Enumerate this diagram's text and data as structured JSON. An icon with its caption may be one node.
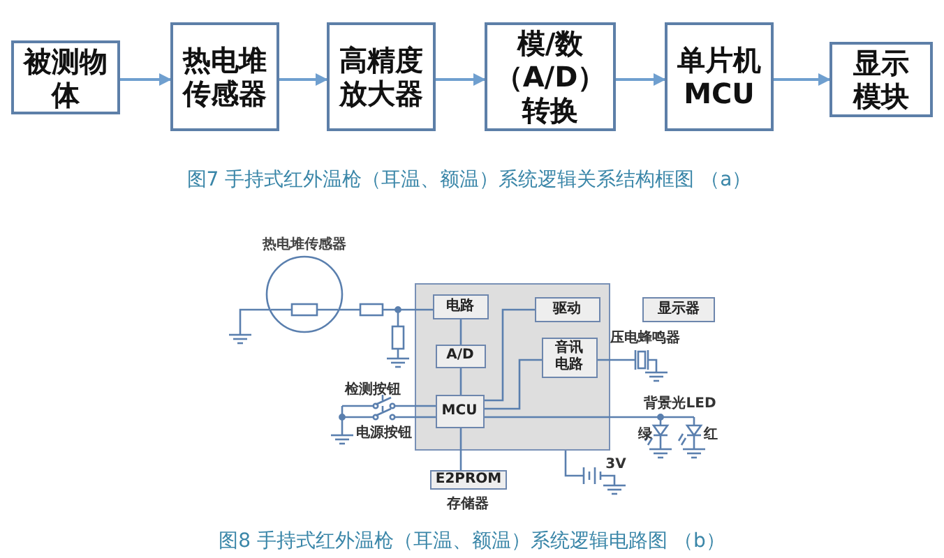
{
  "diagram": {
    "caption": "图8 手持式红外温枪（耳温、额温）系统逻辑电路图 （b）",
    "nodes": [
      {
        "text": [
          "被测物体"
        ]
      },
      {
        "text": [
          "热电堆传感器"
        ]
      },
      {
        "text": [
          "高精度放大器"
        ]
      },
      {
        "text": [
          "模/数（A/D）转换"
        ]
      },
      {
        "text": [
          "单片机MCU"
        ]
      },
      {
        "text": [
          "显示模块"
        ]
      },
      {
        "text": [
          "热电堆传感器"
        ]
      },
      {
        "text": [],
        "shape": "box"
      },
      {
        "text": [
          "电路"
        ],
        "in": 7
      },
      {
        "text": [
          "驱动"
        ],
        "in": 7
      },
      {
        "text": [
          "显示器"
        ]
      },
      {
        "text": [
          "A/D"
        ],
        "in": 7
      },
      {
        "text": [
          "音讯电路"
        ],
        "in": 7
      },
      {
        "text": [
          "MCU"
        ],
        "in": 7
      },
      {
        "text": [
          "E2PROM"
        ],
        "beside": [
          "存储器"
        ]
      }
    ],
    "edges": [
      {
        "from": 0,
        "to": 1,
        "arrow": "to"
      },
      {
        "from": 1,
        "to": 2,
        "arrow": "to"
      },
      {
        "from": 2,
        "to": 3,
        "arrow": "to"
      },
      {
        "from": 3,
        "to": 4,
        "arrow": "to"
      },
      {
        "from": 4,
        "to": 5,
        "arrow": "to"
      },
      {
        "from": 6,
        "to": 8,
        "arrow": "none"
      },
      {
        "from": 8,
        "to": 11,
        "arrow": "none"
      },
      {
        "from": 11,
        "to": 13,
        "arrow": "none"
      },
      {
        "from": 13,
        "to": 12,
        "arrow": "none"
      },
      {
        "from": 13,
        "to": 9,
        "arrow": "none"
      },
      {
        "from": 13,
        "to": 14,
        "arrow": "none"
      }
    ],
    "labels": [
      "图7 手持式红外温枪（耳温、额温）系统逻辑关系结构框图 （a）",
      "压电蜂鸣器",
      "检测按钮",
      "背景光LED",
      "电源按钮",
      "绿",
      "红",
      "3V"
    ]
  }
}
